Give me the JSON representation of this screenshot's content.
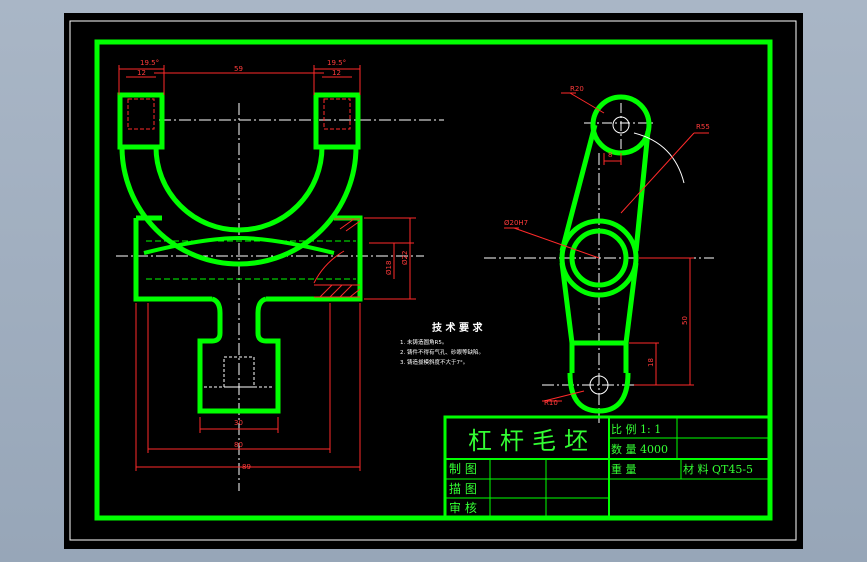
{
  "drawing": {
    "title": "杠杆毛坯",
    "scale_label": "比 例 1: 1",
    "quantity_label": "数 量 4000",
    "weight_label": "重 量",
    "material_label": "材 料 QT45-5",
    "made_by": "制 图",
    "drawn_by": "描 图",
    "checked_by": "审 核"
  },
  "tech_requirements": {
    "heading": "技 术 要 求",
    "items": [
      "1. 未铸造圆角R5。",
      "2. 铸件不得有气孔、砂眼等缺陷。",
      "3. 铸造拔模斜度不大于7°。"
    ]
  },
  "dimensions": {
    "top_left_outer": "19.5°",
    "top_left_inner": "12",
    "center_width": "59",
    "top_right_outer": "19.5°",
    "top_right_inner": "12",
    "bore_small": "Ø18",
    "bore_large": "Ø22",
    "stem_width": "30",
    "bottom_inner": "80",
    "bottom_outer": "89",
    "r_top": "R20",
    "r_arm": "R55",
    "offset": "8",
    "center_bore": "Ø20H7",
    "height_total": "50",
    "height_lower": "18",
    "r_bottom": "R10"
  }
}
